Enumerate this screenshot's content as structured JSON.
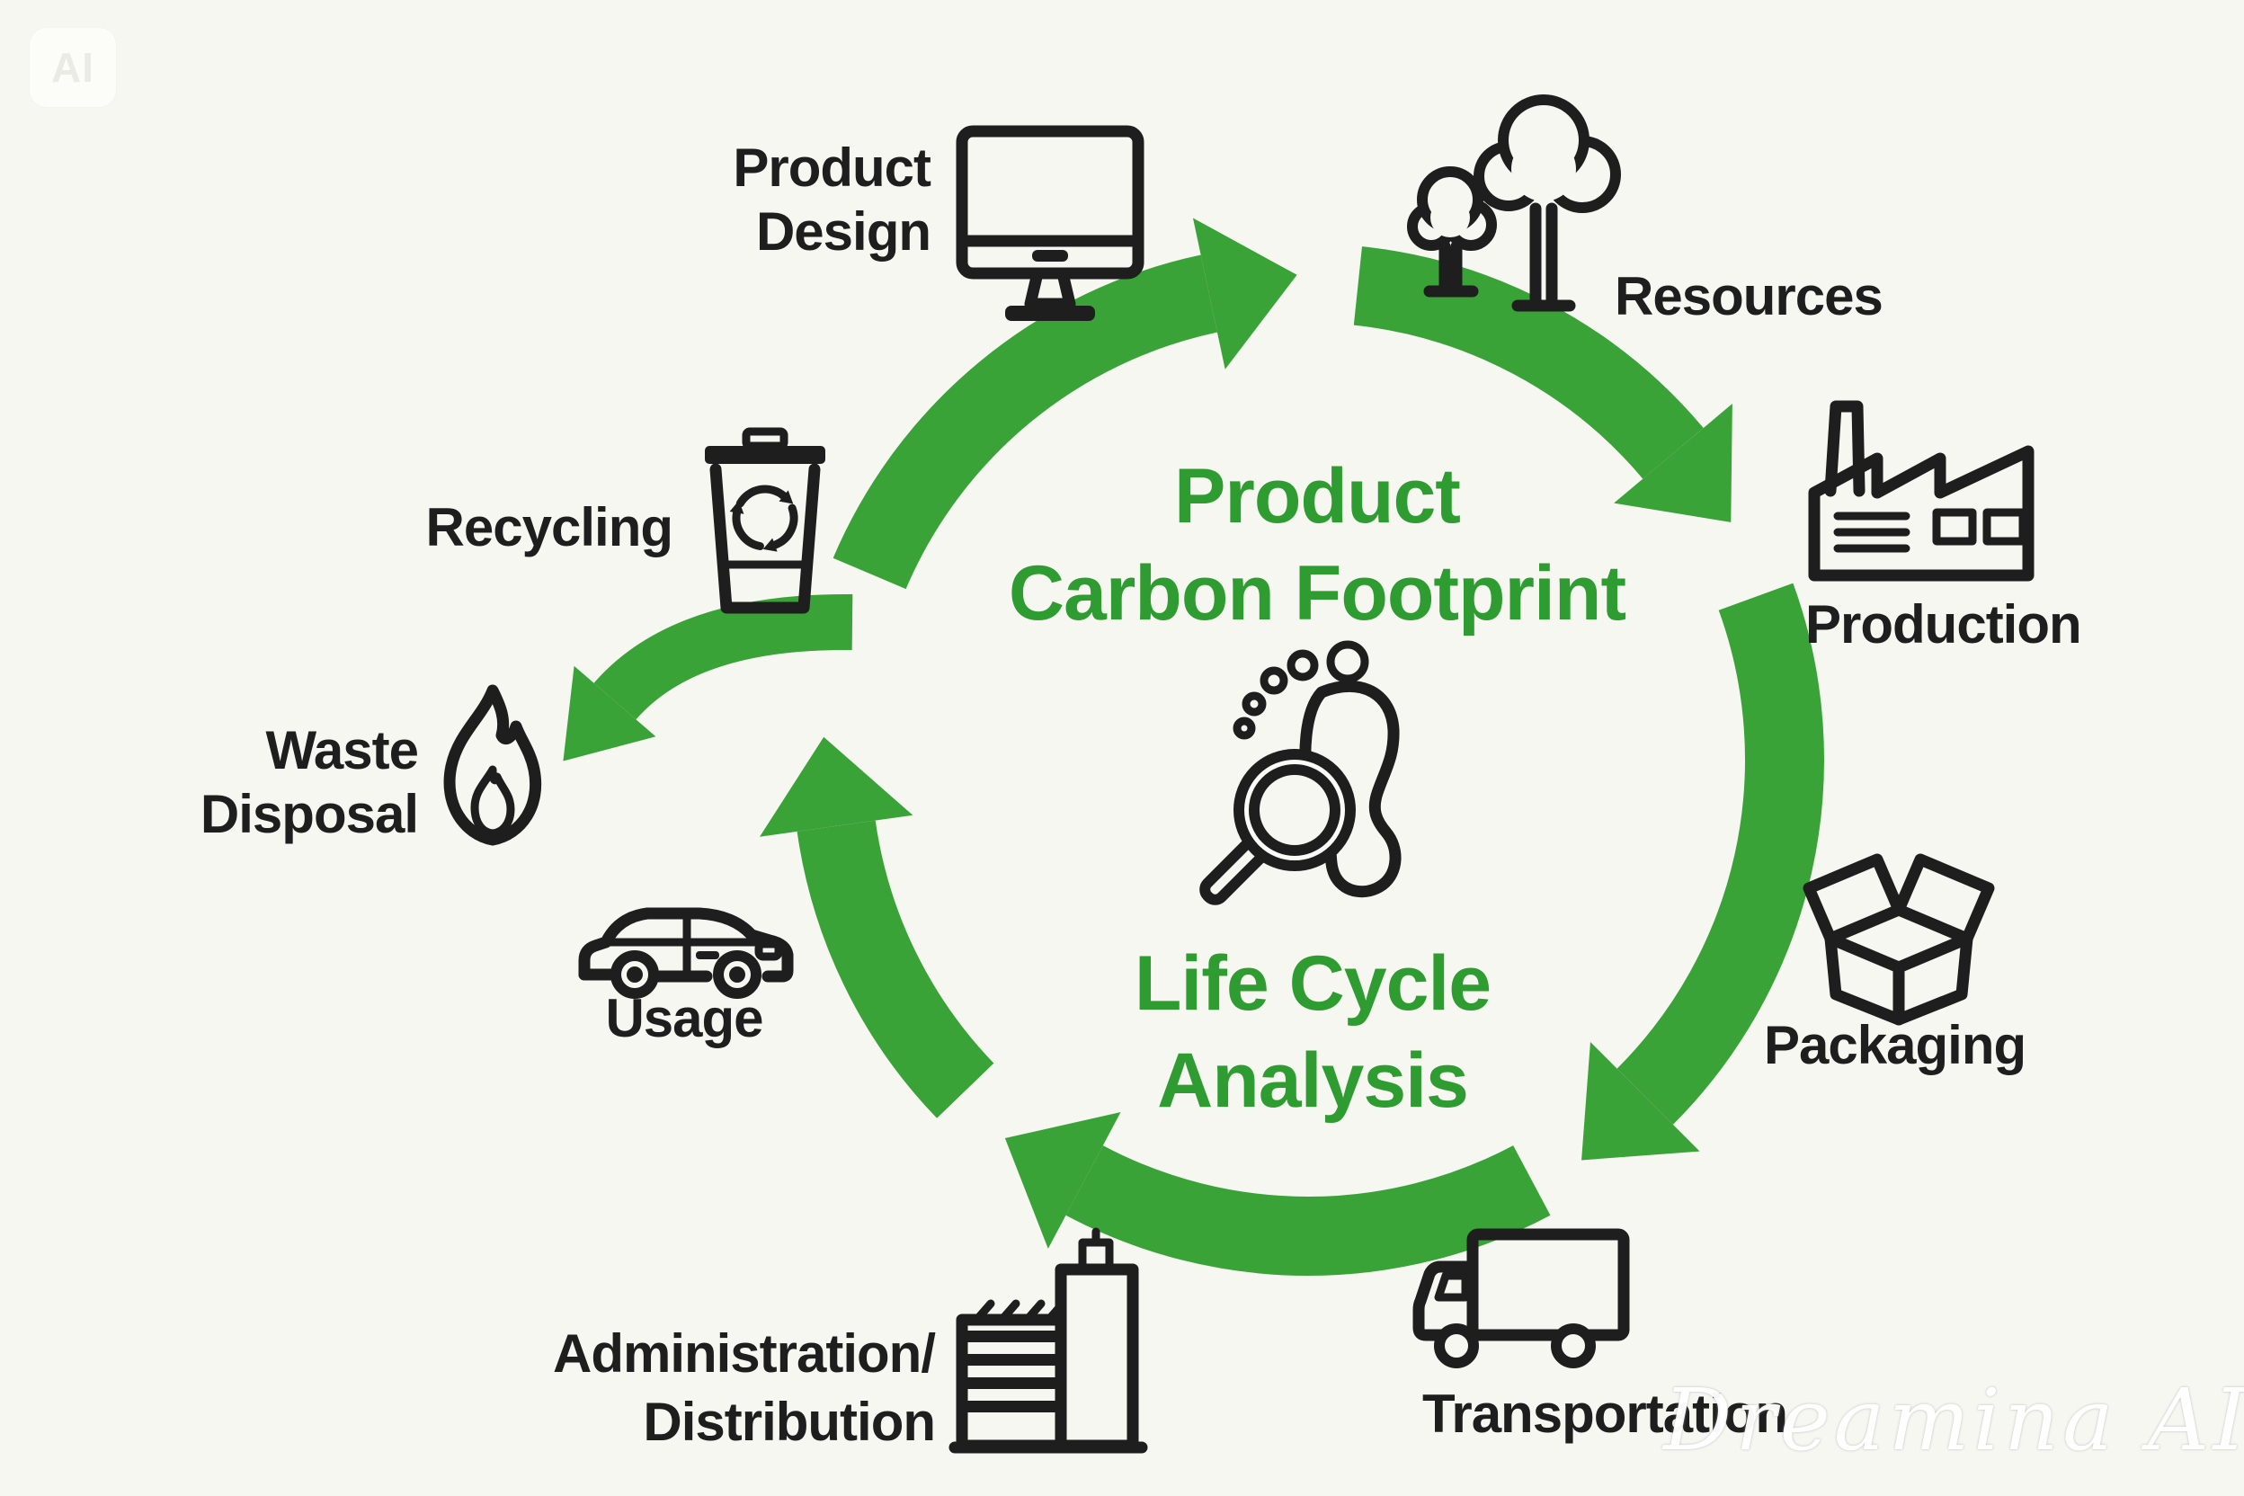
{
  "app": {
    "badge_label": "AI"
  },
  "center": {
    "title_line1": "Product",
    "title_line2": "Carbon Footprint",
    "subtitle_line1": "Life Cycle",
    "subtitle_line2": "Analysis",
    "icon": "footprint-magnifier"
  },
  "stages": {
    "product_design": {
      "line1": "Product",
      "line2": "Design",
      "icon": "monitor"
    },
    "resources": {
      "label": "Resources",
      "icon": "trees"
    },
    "production": {
      "label": "Production",
      "icon": "factory"
    },
    "packaging": {
      "label": "Packaging",
      "icon": "open-box"
    },
    "transportation": {
      "label": "Transportation",
      "icon": "truck"
    },
    "administration_distribution": {
      "line1": "Administration/",
      "line2": "Distribution",
      "icon": "warehouse"
    },
    "usage": {
      "label": "Usage",
      "icon": "car"
    },
    "waste_disposal": {
      "line1": "Waste",
      "line2": "Disposal",
      "icon": "flame"
    },
    "recycling": {
      "label": "Recycling",
      "icon": "recycle-bin"
    }
  },
  "cycle": {
    "direction": "clockwise",
    "order": [
      "Product Design",
      "Resources",
      "Production",
      "Packaging",
      "Transportation",
      "Administration/Distribution",
      "Usage",
      "Waste Disposal",
      "Recycling"
    ]
  },
  "watermark": {
    "label": "Dreamina AI",
    "icon": "sparkle-logo"
  },
  "colors": {
    "background": "#f7f7f2",
    "ink": "#1e1e1e",
    "arrow_green": "#3aa338",
    "title_green": "#2f9c31",
    "watermark_white": "#ffffff"
  }
}
